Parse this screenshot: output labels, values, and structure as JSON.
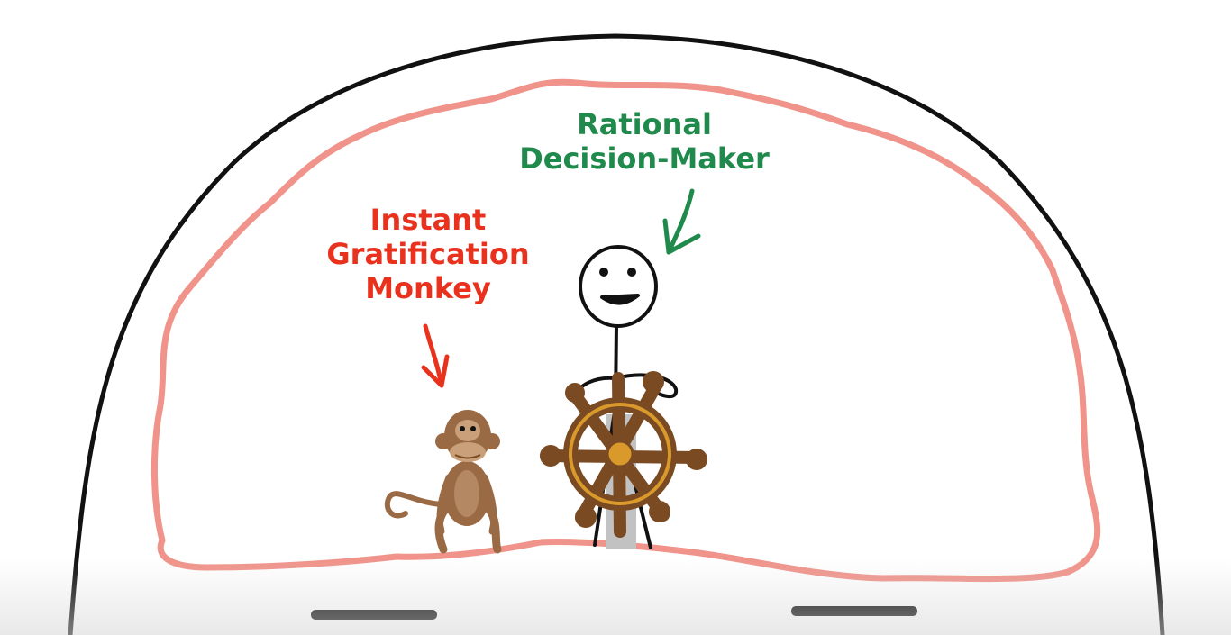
{
  "labels": {
    "decision_maker": {
      "line1": "Rational",
      "line2": "Decision-Maker"
    },
    "monkey": {
      "line1": "Instant",
      "line2": "Gratification",
      "line3": "Monkey"
    }
  },
  "colors": {
    "background": "#ffffff",
    "outline": "#111111",
    "brain_outline": "#f0938a",
    "decision_maker_text": "#1f8a4c",
    "monkey_text": "#e8321e",
    "monkey_fur": "#9a6a45",
    "monkey_face": "#c9a07a",
    "wheel_wood": "#7a4a23",
    "wheel_rim_gold": "#d99a2b",
    "pedestal": "#c2c2c2"
  },
  "icons": {
    "head": "head-outline-icon",
    "brain": "brain-outline-icon",
    "decision_maker": "stick-figure-icon",
    "monkey": "monkey-icon",
    "wheel": "ship-wheel-icon"
  }
}
